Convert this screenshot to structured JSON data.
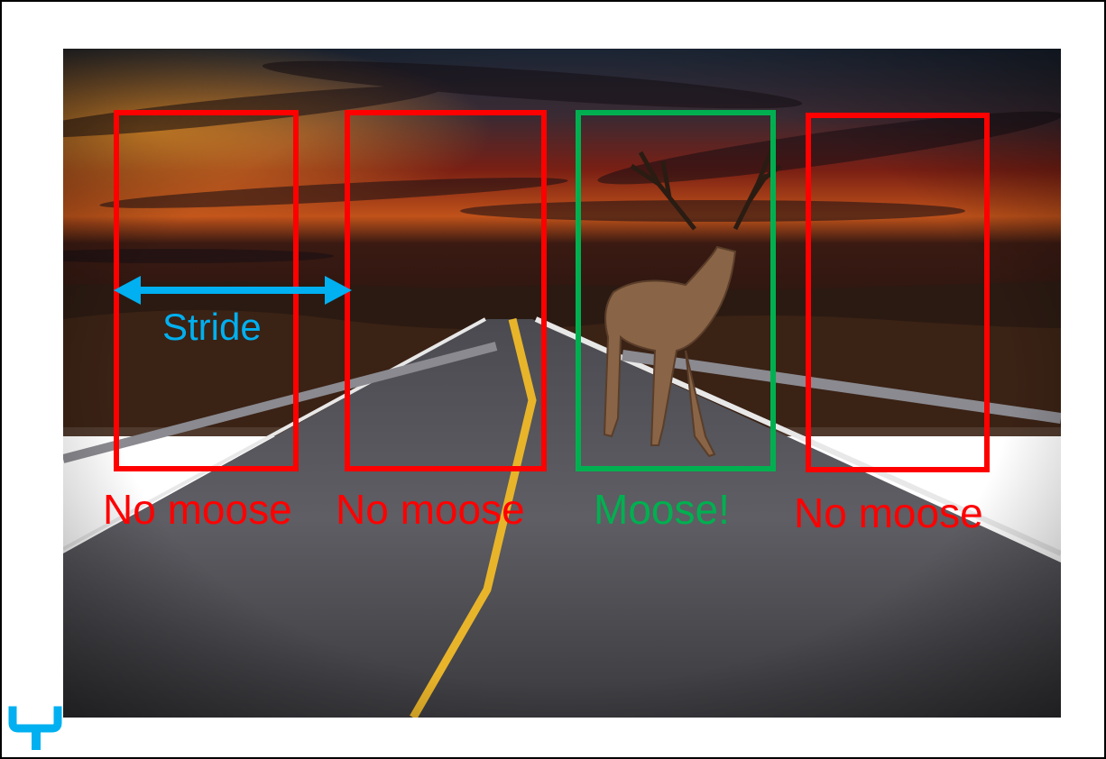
{
  "windows": [
    {
      "label": "No moose",
      "contains_object": false
    },
    {
      "label": "No moose",
      "contains_object": false
    },
    {
      "label": "Moose!",
      "contains_object": true
    },
    {
      "label": "No moose",
      "contains_object": false
    }
  ],
  "stride": {
    "label": "Stride"
  },
  "colors": {
    "negative": "#ff0000",
    "positive": "#00b050",
    "stride": "#00b0f0"
  },
  "scene": {
    "description_icon": "deer-on-highway-photo"
  },
  "logo": {
    "icon": "bracket-logo-icon"
  }
}
